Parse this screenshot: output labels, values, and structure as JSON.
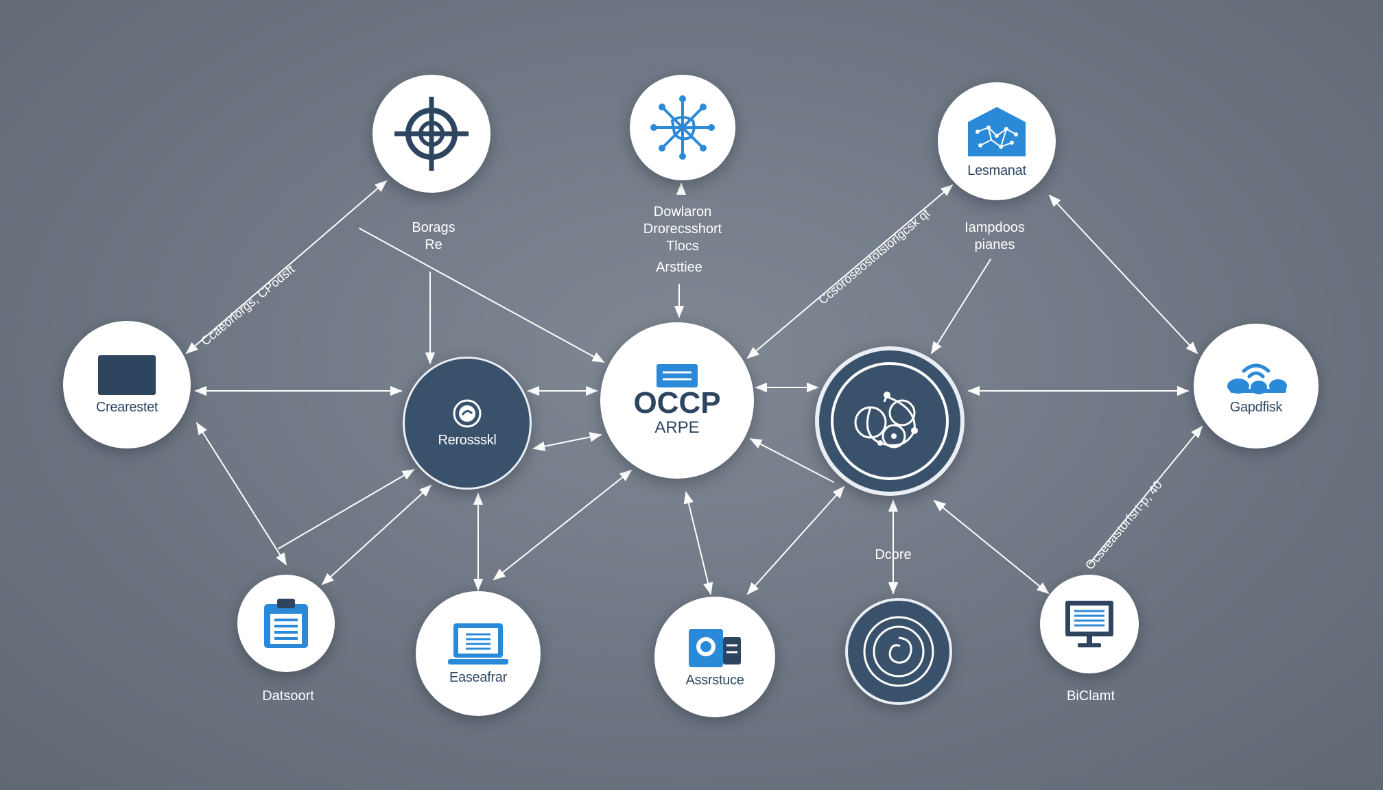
{
  "colors": {
    "background": "#707985",
    "node_fill": "#ffffff",
    "node_dark": "#3a516b",
    "icon_blue": "#2b8ad8",
    "icon_navy": "#2e4560",
    "edge": "#ffffff"
  },
  "nodes": {
    "target": {
      "icon": "target-icon"
    },
    "network": {
      "icon": "network-icon"
    },
    "leaf": {
      "icon": "circuit-house-icon",
      "label": "Lesmanat"
    },
    "left": {
      "icon": "monitor-icon",
      "label": "Crearestet"
    },
    "dark_left": {
      "icon": "badge-icon",
      "label": "Rerossskl"
    },
    "center": {
      "title": "OCCP",
      "subtitle": "ARPE"
    },
    "dark_right": {
      "icon": "molecule-icon"
    },
    "right": {
      "icon": "wifi-cloud-icon",
      "label": "Gapdfisk"
    },
    "clipboard": {
      "icon": "clipboard-icon"
    },
    "laptop": {
      "icon": "laptop-icon",
      "label": "Easeafrar"
    },
    "camera": {
      "icon": "camera-icon",
      "label": "Assrstuce"
    },
    "dark_bottom": {
      "icon": "spiral-icon"
    },
    "desktop": {
      "icon": "desktop-icon"
    }
  },
  "captions": {
    "target": [
      "Borags",
      "Re"
    ],
    "network": [
      "Dowlaron",
      "Drorecsshort",
      "Tlocs"
    ],
    "network_extra": "Arsttiee",
    "leaf": [
      "Iampdoos",
      "pianes"
    ],
    "clipboard": "Datsoort",
    "desktop": "BiClamt",
    "dark_right": "Dcore"
  },
  "edge_labels": {
    "upper_left": "Ccaeorlorgs, CPodsft",
    "upper_right": "Ccsoroseostotslorlgcsk qt",
    "lower_right": "Ocseeastorfsrt-p, 40"
  }
}
